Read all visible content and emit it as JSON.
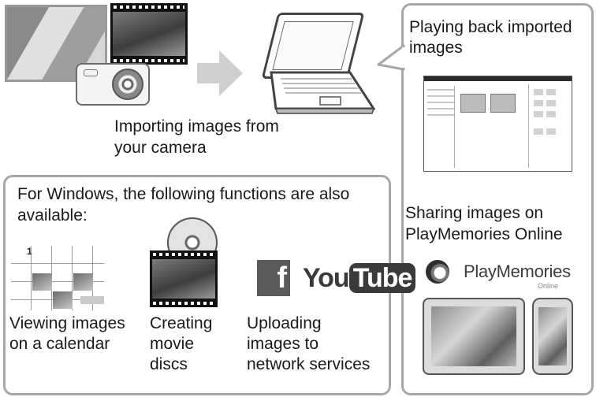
{
  "top": {
    "importing_line1": "Importing images from",
    "importing_line2": "your camera"
  },
  "right_panel": {
    "playing_line1": "Playing back imported",
    "playing_line2": "images",
    "sharing_line1": "Sharing images on",
    "sharing_line2": "PlayMemories Online",
    "logo_name": "PlayMemories",
    "logo_sub": "Online"
  },
  "windows_panel": {
    "heading_line1": "For Windows, the following functions are also",
    "heading_line2": "available:",
    "calendar_day": "1",
    "calendar_caption_line1": "Viewing images",
    "calendar_caption_line2": "on a calendar",
    "movie_caption_line1": "Creating",
    "movie_caption_line2": "movie",
    "movie_caption_line3": "discs",
    "upload_caption_line1": "Uploading",
    "upload_caption_line2": "images to",
    "upload_caption_line3": "network services",
    "facebook_letter": "f",
    "youtube_you": "You",
    "youtube_tube": "Tube"
  },
  "icons": [
    "photo",
    "film-strip-icon",
    "camera-icon",
    "arrow-right-icon",
    "laptop-icon",
    "calendar-icon",
    "disc-icon",
    "facebook-icon",
    "youtube-icon",
    "tablet-icon",
    "phone-icon"
  ],
  "colors": {
    "border": "#a7a7a7",
    "text": "#1a1a1a",
    "dark": "#3a3a3a"
  }
}
